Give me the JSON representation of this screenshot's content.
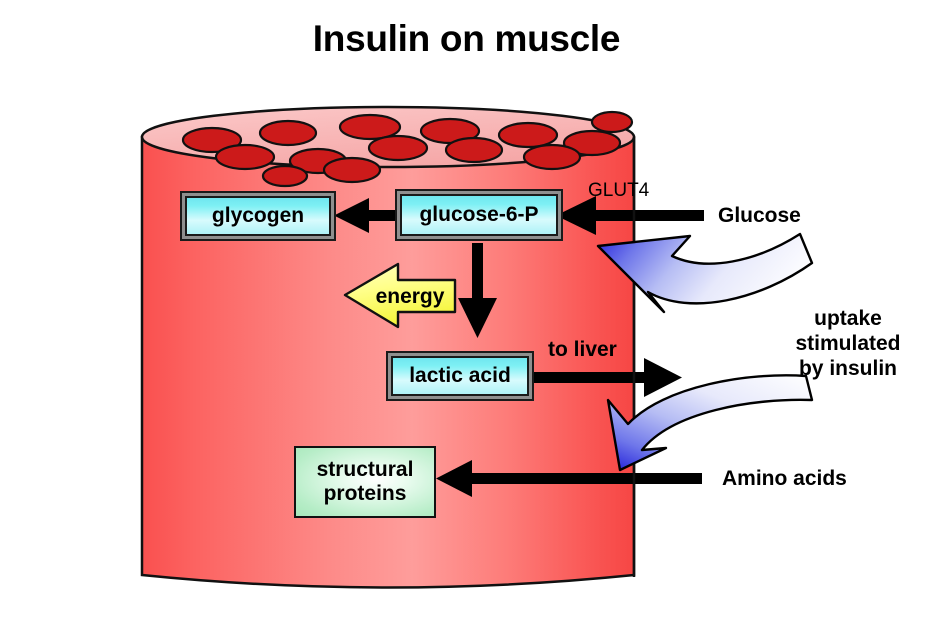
{
  "title": "Insulin on muscle",
  "diagram": {
    "type": "biology-pathway",
    "subject": "skeletal muscle cell",
    "cell": {
      "shape": "cylinder",
      "body_color": "#fc6a6a",
      "top_color": "#f7b8b8",
      "nuclei_color": "#cc1a1a",
      "nuclei_count": 14
    },
    "boxes": [
      {
        "id": "glycogen",
        "label": "glycogen",
        "style": "cyan"
      },
      {
        "id": "glucose6p",
        "label": "glucose-6-P",
        "style": "cyan"
      },
      {
        "id": "lactic",
        "label": "lactic acid",
        "style": "cyan"
      },
      {
        "id": "proteins",
        "label_line1": "structural",
        "label_line2": "proteins",
        "style": "green"
      }
    ],
    "energy_arrow": {
      "label": "energy",
      "fill": "#ffff66",
      "direction": "left"
    },
    "labels": {
      "glut4": "GLUT4",
      "glucose": "Glucose",
      "to_liver": "to liver",
      "amino_acids": "Amino acids",
      "uptake_line1": "uptake",
      "uptake_line2": "stimulated",
      "uptake_line3": "by insulin"
    },
    "arrows": [
      {
        "from": "glucose6p",
        "to": "glycogen",
        "direction": "left",
        "color": "#000000"
      },
      {
        "from": "extracellular-glucose",
        "to": "glucose6p",
        "direction": "left",
        "color": "#000000"
      },
      {
        "from": "glucose6p",
        "to": "lactic",
        "direction": "down",
        "color": "#000000"
      },
      {
        "from": "lactic",
        "to": "liver",
        "direction": "right",
        "color": "#000000"
      },
      {
        "from": "amino-acids",
        "to": "proteins",
        "direction": "left",
        "color": "#000000"
      },
      {
        "from": "insulin",
        "to": "glucose-transport",
        "direction": "curved-in",
        "color": "#3a3ae0"
      },
      {
        "from": "insulin",
        "to": "amino-acid-transport",
        "direction": "curved-in",
        "color": "#3a3ae0"
      }
    ]
  }
}
